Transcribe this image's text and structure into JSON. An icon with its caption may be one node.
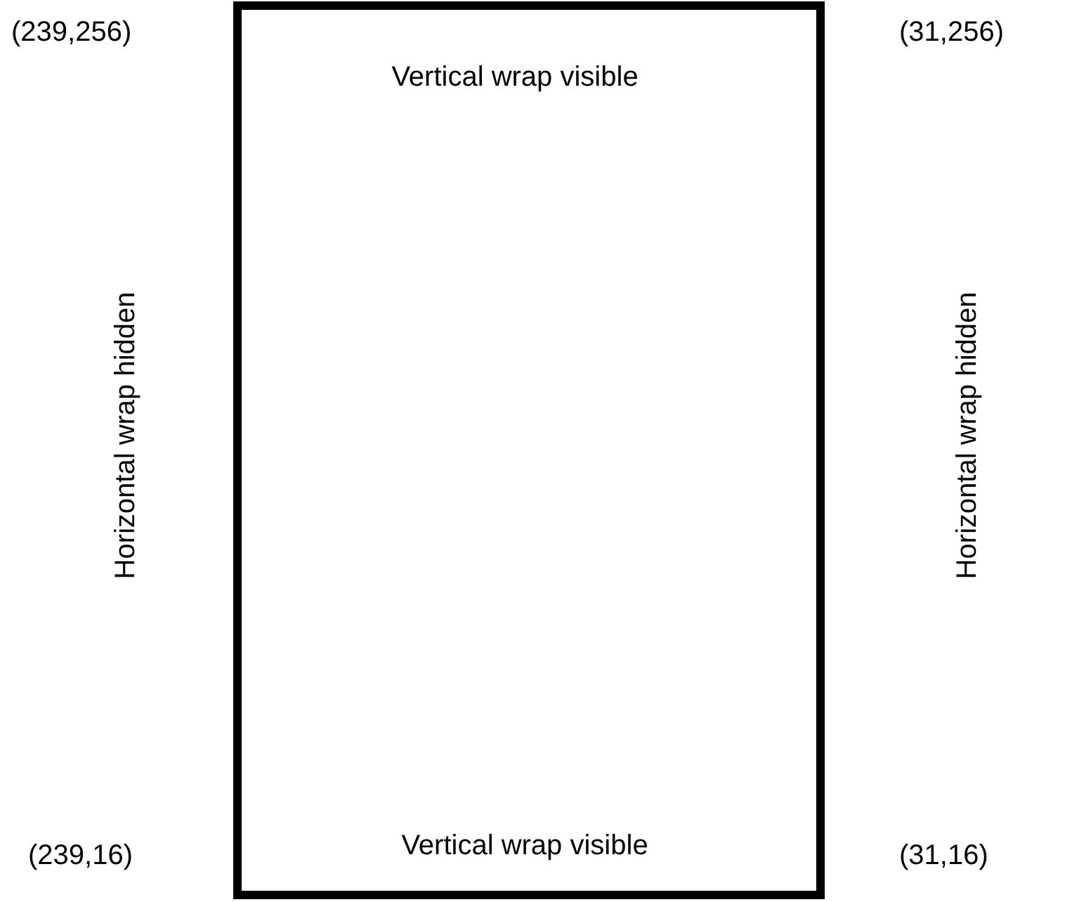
{
  "diagram": {
    "nodes": [
      {
        "text": [
          "Vertical wrap visible",
          "Vertical wrap visible"
        ]
      }
    ],
    "labels": [
      "(239,256)",
      "(31,256)",
      "Horizontal wrap hidden",
      "Horizontal wrap hidden",
      "(239,16)",
      "(31,16)"
    ]
  }
}
